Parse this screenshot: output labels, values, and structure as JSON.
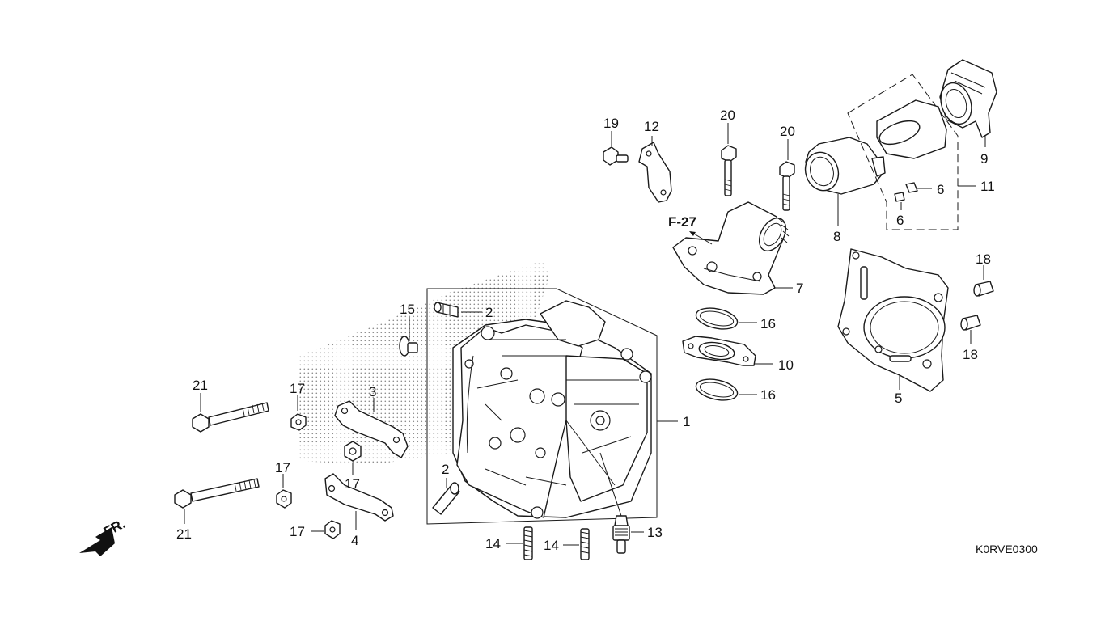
{
  "callouts": {
    "c1": "1",
    "c2a": "2",
    "c2b": "2",
    "c3": "3",
    "c4": "4",
    "c5": "5",
    "c6a": "6",
    "c6b": "6",
    "c7": "7",
    "c8": "8",
    "c9": "9",
    "c10": "10",
    "c11": "11",
    "c12": "12",
    "c13": "13",
    "c14a": "14",
    "c14b": "14",
    "c15": "15",
    "c16a": "16",
    "c16b": "16",
    "c17a": "17",
    "c17b": "17",
    "c17c": "17",
    "c17d": "17",
    "c18a": "18",
    "c18b": "18",
    "c19": "19",
    "c20a": "20",
    "c20b": "20",
    "c21a": "21",
    "c21b": "21"
  },
  "reference": "F-27",
  "front_label": "FR.",
  "drawing_code": "K0RVE0300"
}
